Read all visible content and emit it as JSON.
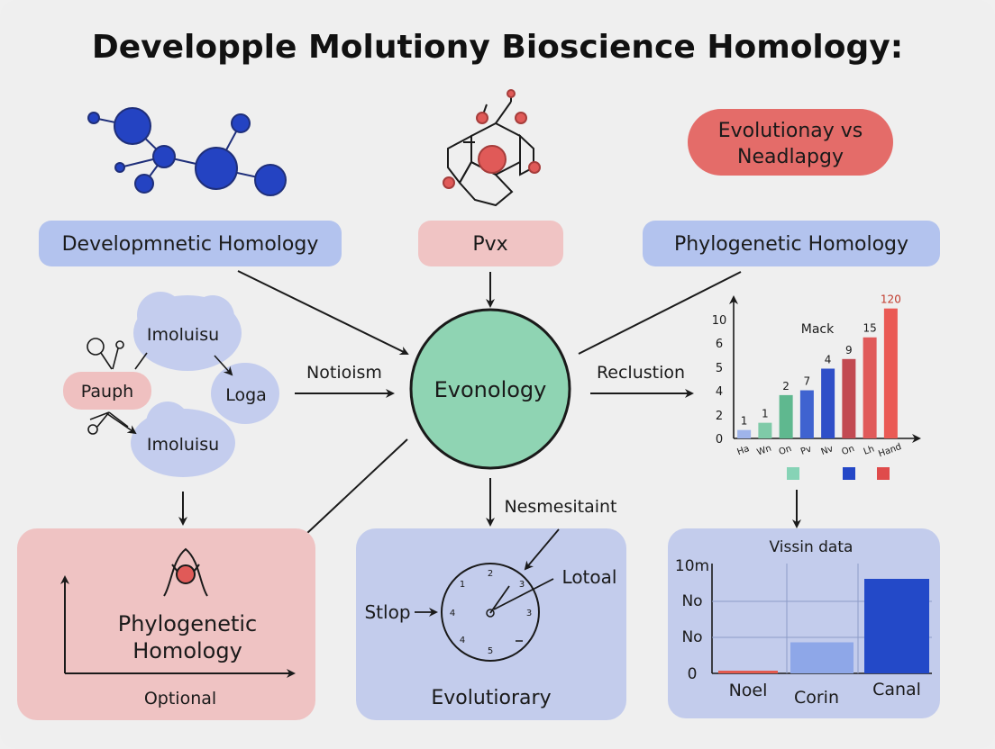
{
  "title": "Developple Molutiony Bioscience Homology:",
  "pills": {
    "developmental": "Developmnetic Homology",
    "pvx": "Pvx",
    "phylogenetic": "Phylogenetic Homology",
    "evolutionary_vs": [
      "Evolutionay vs",
      "Neadlapgy"
    ]
  },
  "center": {
    "label": "Evonology"
  },
  "arrow_labels": {
    "left": "Notioism",
    "right": "Reclustion",
    "down": "Nesmesitaint"
  },
  "cluster": {
    "top": "Imoluisu",
    "middle_left": "Pauph",
    "middle_right": "Loga",
    "bottom": "Imoluisu"
  },
  "panel_left": {
    "title_lines": [
      "Phylogenetic",
      "Homology"
    ],
    "caption": "Optional"
  },
  "panel_center": {
    "input_label": "Stlop",
    "pointer_label": "Lotoal",
    "caption": "Evolutiorary",
    "dial_numbers": [
      "2",
      "1",
      "3",
      "4",
      "3",
      "5",
      "4"
    ]
  },
  "chart_data": [
    {
      "type": "bar",
      "title": "Mack",
      "categories": [
        "Ha",
        "Wn",
        "On",
        "Pv",
        "Nv",
        "On",
        "Lh",
        "Hand"
      ],
      "values": [
        0.7,
        1.3,
        3.6,
        4.0,
        5.8,
        6.6,
        8.4,
        10.8
      ],
      "data_labels": [
        "1",
        "1",
        "2",
        "7",
        "4",
        "9",
        "15",
        "120"
      ],
      "colors": [
        "#9fb4ea",
        "#7fcaa8",
        "#5fb88f",
        "#3f63d0",
        "#2f4fc8",
        "#c24a52",
        "#e05a5a",
        "#ea5a55"
      ],
      "yticks": [
        "0",
        "2",
        "4",
        "5",
        "6",
        "10"
      ],
      "ylim": [
        0,
        11
      ],
      "legend_colors": [
        "#86d3b6",
        "#2447c7",
        "#df4b4b"
      ]
    },
    {
      "type": "bar",
      "title": "Vissin data",
      "categories": [
        "Noel",
        "Corin",
        "Canal"
      ],
      "values": [
        0.2,
        2.3,
        7.0
      ],
      "colors": [
        "#e35a4f",
        "#8ea7e8",
        "#2349c8"
      ],
      "yticks": [
        "0",
        "No",
        "No",
        "10m"
      ],
      "ylim": [
        0,
        8
      ]
    }
  ],
  "colors": {
    "blue_pill": "#b3c3ee",
    "pink_pill": "#f0c4c4",
    "red_pill": "#e46c69",
    "center_green": "#8fd4b3",
    "panel_pink": "#efc3c3",
    "panel_blue": "#c3ccec",
    "molecule_blue": "#1f3fbf",
    "molecule_red": "#e05a58"
  }
}
